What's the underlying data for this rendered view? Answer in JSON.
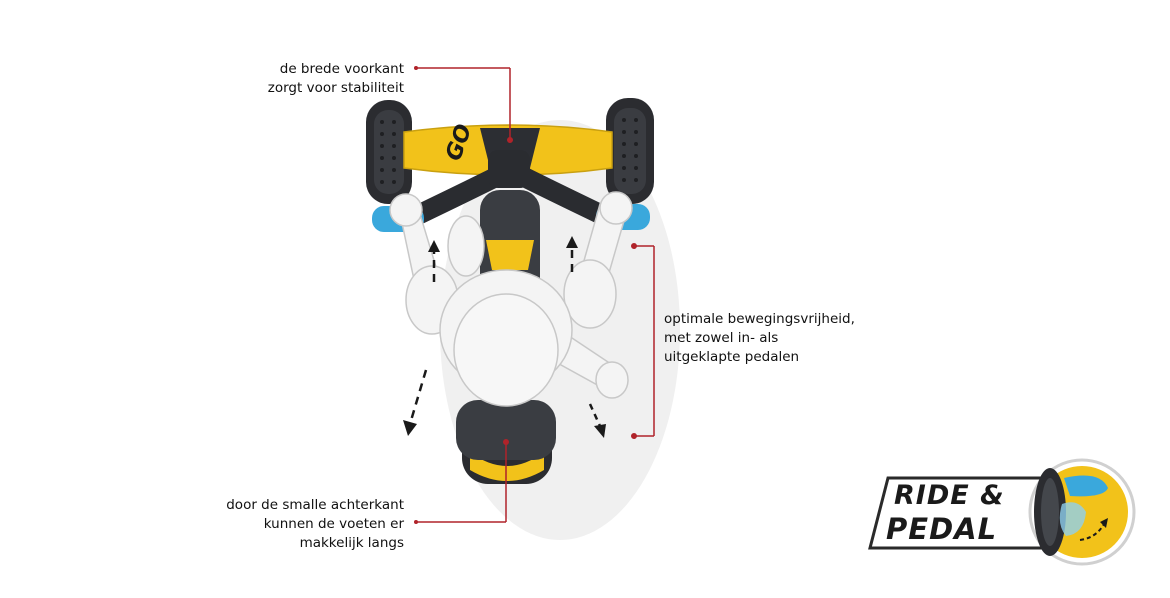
{
  "colors": {
    "accent_line": "#b0232a",
    "frame_yellow": "#f2c21a",
    "grip_blue": "#3aa8dc",
    "body_dark": "#3a3d42",
    "figure_white": "#f4f4f4"
  },
  "annotations": {
    "front": {
      "lines": [
        "de brede voorkant",
        "zorgt voor stabiliteit"
      ]
    },
    "movement": {
      "lines": [
        "optimale bewegingsvrijheid,",
        "met zowel in- als",
        "uitgeklapte pedalen"
      ]
    },
    "rear": {
      "lines": [
        "door de smalle achterkant",
        "kunnen de voeten er",
        "makkelijk langs"
      ]
    }
  },
  "badge": {
    "line1": "RIDE &",
    "line2": "PEDAL"
  },
  "product": {
    "logo_text": "GO"
  }
}
